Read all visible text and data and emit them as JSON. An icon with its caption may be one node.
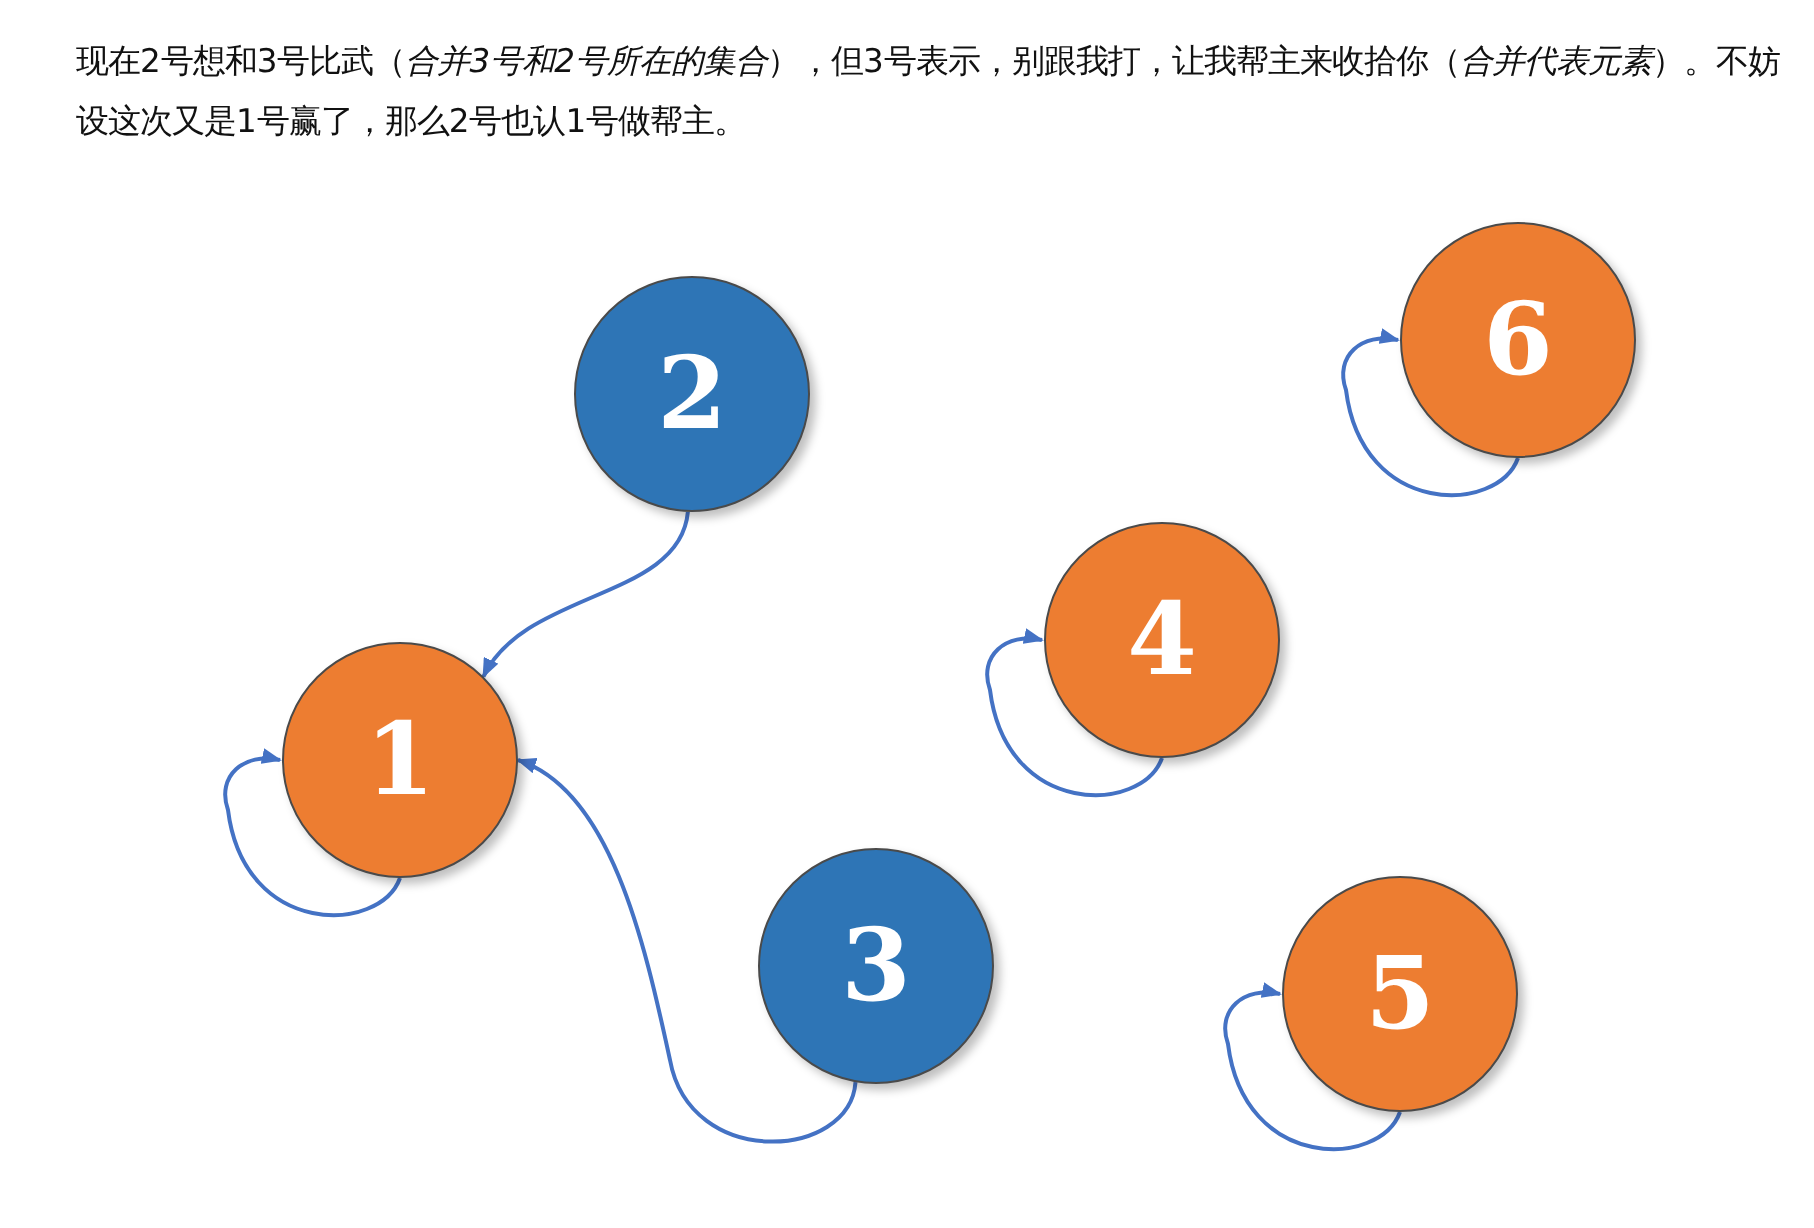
{
  "diagram": {
    "caption": "现在2号想和3号比武（*合并3号和2号所在的集合*），但3号表示，别跟我打，让我帮主来收拾你（*合并代表元素*）。不妨设这次又是1号赢了，那么2号也认1号做帮主。",
    "nodes": [
      {
        "text": [
          "6"
        ]
      },
      {
        "text": [
          "2"
        ]
      },
      {
        "text": [
          "4"
        ]
      },
      {
        "text": [
          "1"
        ]
      },
      {
        "text": [
          "3"
        ]
      },
      {
        "text": [
          "5"
        ]
      }
    ],
    "edges": [
      {
        "from": 1,
        "to": 3,
        "arrow": "to"
      },
      {
        "from": 4,
        "to": 3,
        "arrow": "to"
      },
      {
        "from": 3,
        "to": 3,
        "arrow": "to"
      },
      {
        "from": 2,
        "to": 2,
        "arrow": "to"
      },
      {
        "from": 5,
        "to": 5,
        "arrow": "to"
      },
      {
        "from": 0,
        "to": 0,
        "arrow": "to"
      }
    ]
  }
}
